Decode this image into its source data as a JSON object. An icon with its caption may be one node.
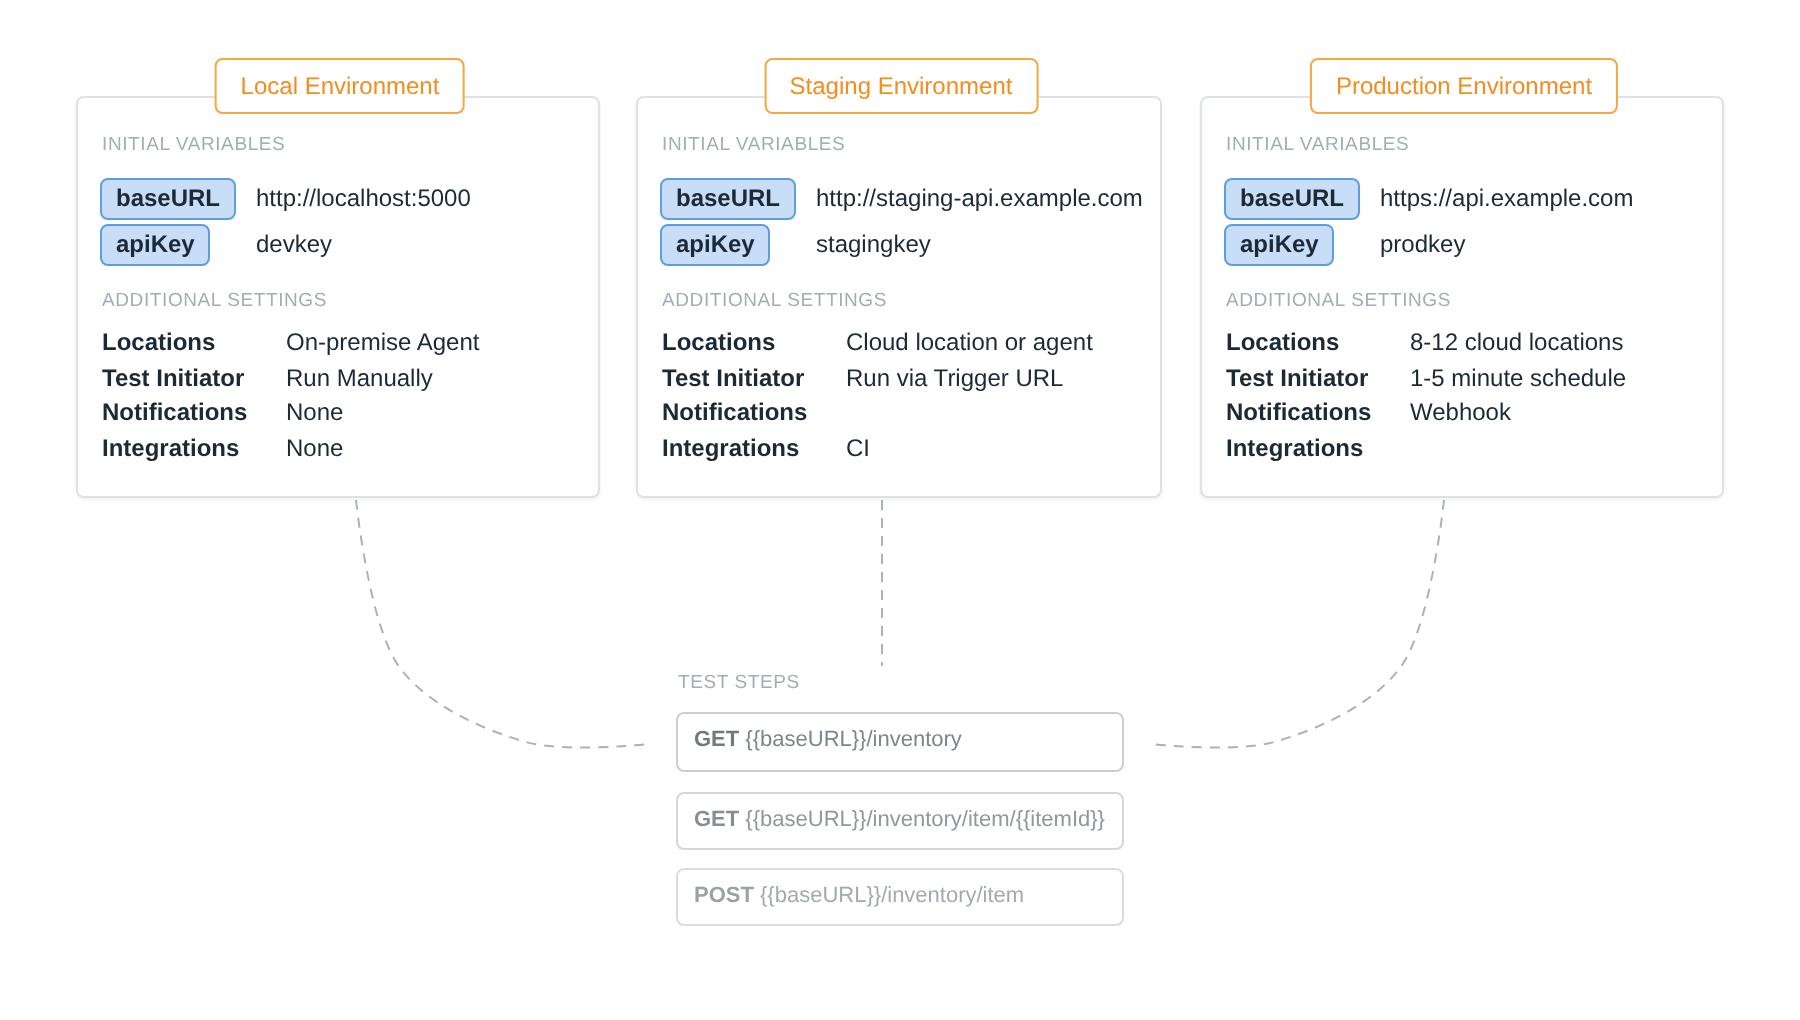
{
  "diagram": {
    "nodes": [
      {
        "text": [
          "Local Environment",
          "INITIAL VARIABLES",
          "ADDITIONAL SETTINGS",
          "Locations",
          "On-premise Agent",
          "Test Initiator",
          "Run Manually",
          "Notifications",
          "None",
          "Integrations",
          "None"
        ]
      },
      {
        "text": [
          "baseURL"
        ],
        "in": 0
      },
      {
        "text": [
          "apiKey"
        ],
        "in": 0
      },
      {
        "text": [
          "Staging Environment",
          "INITIAL VARIABLES",
          "ADDITIONAL SETTINGS",
          "Locations",
          "Cloud location or agent",
          "Test Initiator",
          "Run via Trigger URL",
          "Notifications",
          "Integrations",
          "CI"
        ]
      },
      {
        "text": [
          "baseURL"
        ],
        "in": 3
      },
      {
        "text": [
          "apiKey"
        ],
        "in": 3
      },
      {
        "text": [
          "Production Environment",
          "INITIAL VARIABLES",
          "ADDITIONAL SETTINGS",
          "Locations",
          "8-12 cloud locations",
          "Test Initiator",
          "1-5 minute schedule",
          "Notifications",
          "Webhook",
          "Integrations"
        ]
      },
      {
        "text": [
          "baseURL"
        ],
        "in": 6
      },
      {
        "text": [
          "apiKey"
        ],
        "in": 6
      },
      {
        "text": [
          "TEST STEPS"
        ]
      },
      {
        "text": [
          "**GET** {{baseURL}}/inventory"
        ],
        "in": 9
      },
      {
        "text": [
          "**GET** {{baseURL}}/inventory/item/{{itemId}}"
        ],
        "in": 9
      },
      {
        "text": [
          "**POST** {{baseURL}}/inventory/item"
        ],
        "in": 9
      }
    ],
    "edges": [
      {
        "from": 0,
        "to": 9,
        "arrow": "none",
        "style": "dashed"
      },
      {
        "from": 3,
        "to": 9,
        "arrow": "none",
        "style": "dashed"
      },
      {
        "from": 6,
        "to": 9,
        "arrow": "none",
        "style": "dashed"
      }
    ],
    "labels": [
      "http://localhost:5000",
      "devkey",
      "http://staging-api.example.com",
      "stagingkey",
      "https://api.example.com",
      "prodkey"
    ]
  }
}
